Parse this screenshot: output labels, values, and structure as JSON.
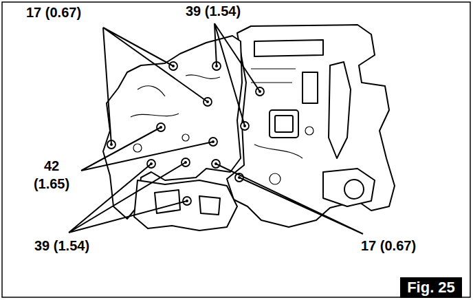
{
  "diagram": {
    "nodes": [
      {
        "text": [
          "Fig. 25"
        ]
      }
    ],
    "labels": [
      "17 (0.67)",
      "39 (1.54)",
      "42 (1.65)",
      "39 (1.54)",
      "17 (0.67)"
    ]
  }
}
